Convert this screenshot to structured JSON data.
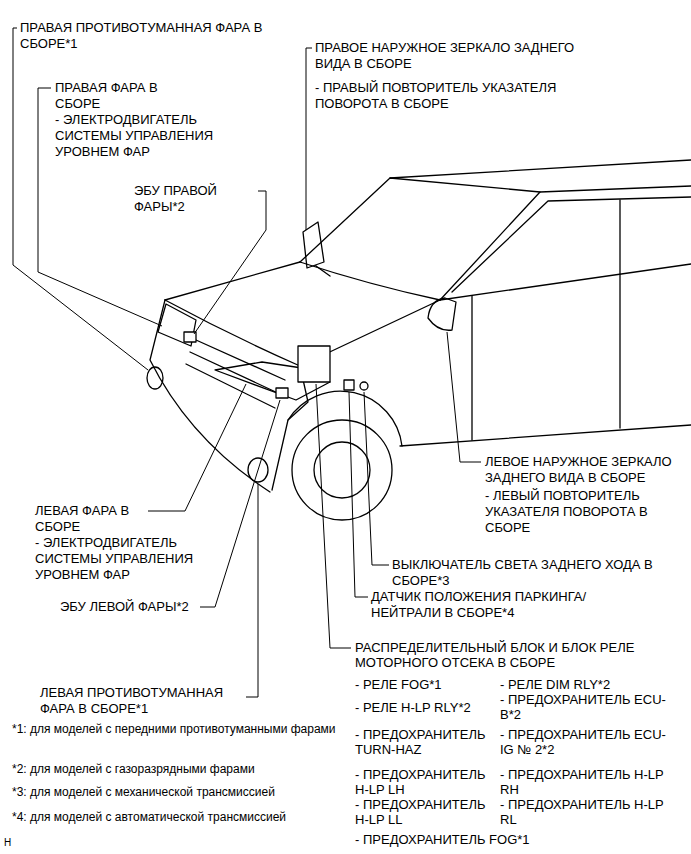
{
  "diagram": {
    "labels": [
      "ПРАВАЯ ПРОТИВОТУМАННАЯ ФАРА В СБОРЕ*1",
      "ПРАВАЯ ФАРА В СБОРЕ",
      "- ЭЛЕКТРОДВИГАТЕЛЬ СИСТЕМЫ УПРАВЛЕНИЯ УРОВНЕМ ФАР",
      "ЭБУ ПРАВОЙ ФАРЫ*2",
      "ПРАВОЕ НАРУЖНОЕ ЗЕРКАЛО ЗАДНЕГО ВИДА В СБОРЕ",
      "- ПРАВЫЙ ПОВТОРИТЕЛЬ УКАЗАТЕЛЯ ПОВОРОТА В СБОРЕ",
      "ЛЕВОЕ НАРУЖНОЕ ЗЕРКАЛО ЗАДНЕГО ВИДА В СБОРЕ",
      "- ЛЕВЫЙ ПОВТОРИТЕЛЬ УКАЗАТЕЛЯ ПОВОРОТА В СБОРЕ",
      "ЛЕВАЯ ФАРА В СБОРЕ",
      "- ЭЛЕКТРОДВИГАТЕЛЬ СИСТЕМЫ УПРАВЛЕНИЯ УРОВНЕМ ФАР",
      "ЭБУ ЛЕВОЙ ФАРЫ*2",
      "ВЫКЛЮЧАТЕЛЬ СВЕТА ЗАДНЕГО ХОДА В СБОРЕ*3",
      "ДАТЧИК ПОЛОЖЕНИЯ ПАРКИНГА/ НЕЙТРАЛИ В СБОРЕ*4",
      "РАСПРЕДЕЛИТЕЛЬНЫЙ БЛОК И БЛОК РЕЛЕ МОТОРНОГО ОТСЕКА В СБОРЕ",
      "- РЕЛЕ FOG*1",
      "- РЕЛЕ DIM RLY*2",
      "- РЕЛЕ H-LP RLY*2",
      "- ПРЕДОХРАНИТЕЛЬ ECU-B*2",
      "- ПРЕДОХРАНИТЕЛЬ TURN-HAZ",
      "- ПРЕДОХРАНИТЕЛЬ ECU-IG № 2*2",
      "- ПРЕДОХРАНИТЕЛЬ H-LP LH",
      "- ПРЕДОХРАНИТЕЛЬ H-LP RH",
      "- ПРЕДОХРАНИТЕЛЬ H-LP LL",
      "- ПРЕДОХРАНИТЕЛЬ H-LP RL",
      "- ПРЕДОХРАНИТЕЛЬ FOG*1",
      "ЛЕВАЯ ПРОТИВОТУМАННАЯ ФАРА В СБОРЕ*1",
      "*1: для моделей с передними противотуманными фарами",
      "*2: для моделей с газоразрядными фарами",
      "*3: для моделей с механической трансмиссией",
      "*4: для моделей с автоматической трансмиссией",
      "H"
    ]
  }
}
